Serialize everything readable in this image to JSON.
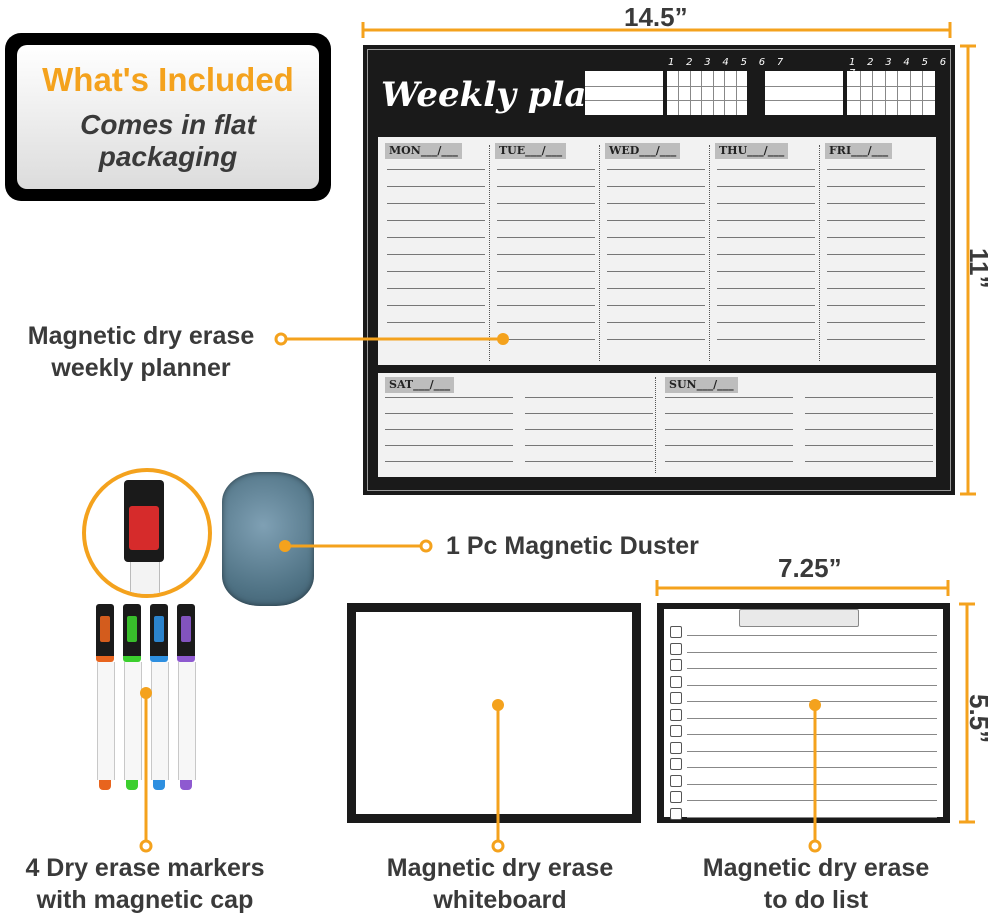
{
  "badge": {
    "title": "What's Included",
    "subtitle_line1": "Comes in flat",
    "subtitle_line2": "packaging"
  },
  "dimensions": {
    "planner_width": "14.5”",
    "planner_height": "11”",
    "small_width": "7.25”",
    "small_height": "5.5”"
  },
  "planner": {
    "title": "Weekly plan",
    "number_row": "1 2 3 4 5 6 7",
    "days": [
      "MON___/___",
      "TUE___/___",
      "WED___/___",
      "THU___/___",
      "FRI___/___",
      "SAT___/___",
      "SUN___/___"
    ]
  },
  "labels": {
    "planner": [
      "Magnetic dry erase",
      "weekly planner"
    ],
    "duster": "1 Pc Magnetic Duster",
    "markers": [
      "4 Dry erase markers",
      "with magnetic cap"
    ],
    "whiteboard": [
      "Magnetic dry erase",
      "whiteboard"
    ],
    "todo": [
      "Magnetic dry erase",
      "to do list"
    ]
  },
  "colors": {
    "accent": "#f4a21d",
    "board": "#1a1a1a",
    "paper": "#f2f2f2",
    "text": "#3a3a3a",
    "markers": [
      "#e8641e",
      "#3ccf2e",
      "#2e8fe0",
      "#8e5ad0"
    ]
  }
}
